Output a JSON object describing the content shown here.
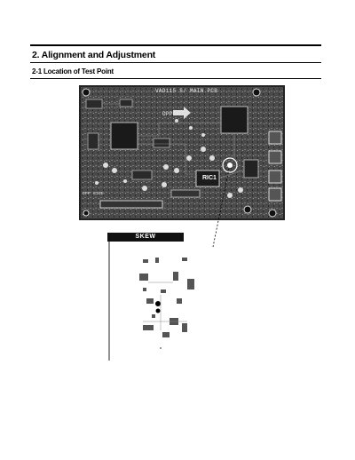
{
  "section": {
    "title": "2. Alignment and Adjustment",
    "subtitle": "2-1 Location of Test Point"
  },
  "pcb": {
    "board_label": "VAD115 S/ MAIN PCB",
    "dpp_label": "DPP",
    "ric1_label": "RIC1",
    "dpp_side_label": "DPP SIDE"
  },
  "inset": {
    "skew_label": "SKEW"
  },
  "colors": {
    "board": "#3a3a3a",
    "text": "#000000"
  }
}
